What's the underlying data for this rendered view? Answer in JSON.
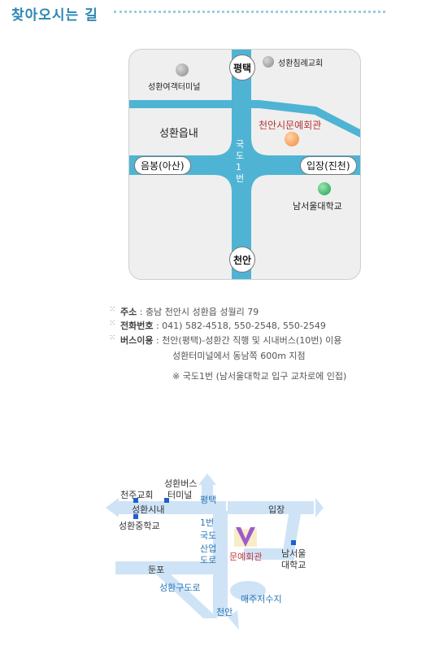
{
  "header": {
    "title": "찾아오시는 길"
  },
  "map1": {
    "labels": {
      "pyeongtaek": "평택",
      "cheonan": "천안",
      "eumbong": "음봉(아산)",
      "ipjang": "입장(진천)",
      "seonghwan_eup": "성환읍내",
      "national_road": "국도1번",
      "church": "성환침례교회",
      "terminal": "성환여객터미널",
      "art_center": "천안시문예회관",
      "university": "남서울대학교"
    },
    "colors": {
      "road": "#4fb4d4",
      "art_center": "#f08a3c",
      "university": "#18a050",
      "marker": "#9a9a9a"
    }
  },
  "info": {
    "address_key": "주소",
    "address_val": ": 충남 천안시 성환읍 성월리 79",
    "phone_key": "전화번호",
    "phone_val": ": 041) 582-4518, 550-2548, 550-2549",
    "bus_key": "버스이용",
    "bus_val1": ": 천안(평택)-성환간 직행 및 시내버스(10번) 이용",
    "bus_val2": "성환터미널에서 동남쪽 600m 지점",
    "note": "※ 국도1번 (남서울대학교 입구 교차로에 인접)"
  },
  "map2": {
    "bus_terminal_1": "성환버스",
    "bus_terminal_2": "터미널",
    "cathedral": "천주교회",
    "downtown": "성환시내",
    "middle_school": "성환중학교",
    "pyeongtaek": "평택",
    "ipjang": "입장",
    "road_1": "1번",
    "road_2": "국도",
    "road_3": "산업",
    "road_4": "도로",
    "art_center": "문예회관",
    "univ_1": "남서울",
    "univ_2": "대학교",
    "dunpo": "둔포",
    "gu_road": "성환구도로",
    "cheonan": "천안",
    "reservoir": "매주저수지"
  }
}
